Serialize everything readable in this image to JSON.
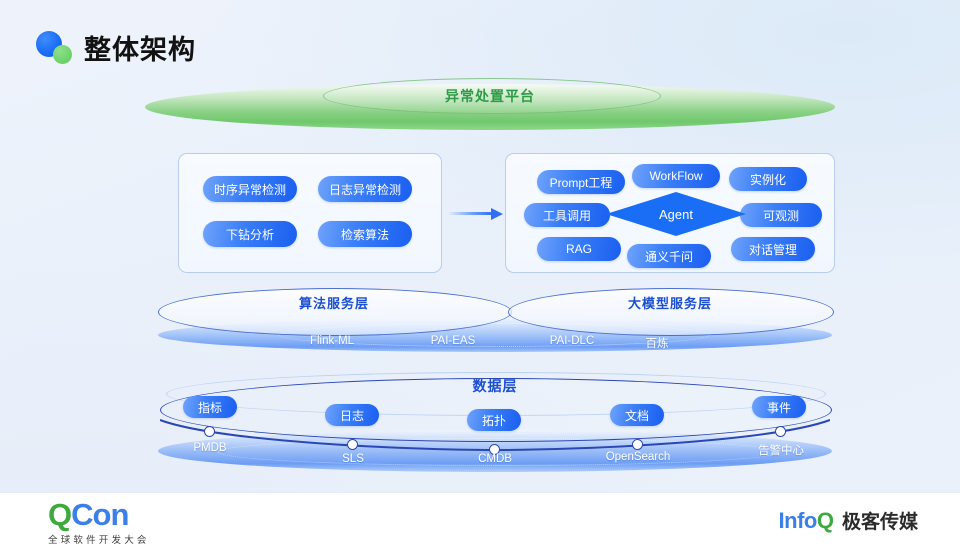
{
  "header": {
    "title": "整体架构",
    "icon_blue": "blue-circle-icon",
    "icon_green": "green-circle-icon",
    "accent_blue": "#1a6ef5",
    "accent_green": "#6fc86c"
  },
  "top_band": {
    "label": "异常处置平台",
    "color": "#2e9b46"
  },
  "algo_panel": {
    "pills": [
      {
        "label": "时序异常检测"
      },
      {
        "label": "日志异常检测"
      },
      {
        "label": "下钻分析"
      },
      {
        "label": "检索算法"
      }
    ]
  },
  "agent_panel": {
    "center": {
      "label": "Agent"
    },
    "pills": [
      {
        "label": "Prompt工程"
      },
      {
        "label": "WorkFlow"
      },
      {
        "label": "实例化"
      },
      {
        "label": "工具调用"
      },
      {
        "label": "可观测"
      },
      {
        "label": "RAG"
      },
      {
        "label": "通义千问"
      },
      {
        "label": "对话管理"
      }
    ]
  },
  "service_layer": {
    "left_title": "算法服务层",
    "right_title": "大模型服务层",
    "items": [
      {
        "label": "Flink-ML"
      },
      {
        "label": "PAI-EAS"
      },
      {
        "label": "PAI-DLC"
      },
      {
        "label": "百炼"
      }
    ]
  },
  "data_layer": {
    "title": "数据层",
    "pills": [
      {
        "label": "指标"
      },
      {
        "label": "日志"
      },
      {
        "label": "拓扑"
      },
      {
        "label": "文档"
      },
      {
        "label": "事件"
      }
    ],
    "stores": [
      {
        "label": "PMDB"
      },
      {
        "label": "SLS"
      },
      {
        "label": "CMDB"
      },
      {
        "label": "OpenSearch"
      },
      {
        "label": "告警中心"
      }
    ]
  },
  "footer": {
    "qcon_q": "Q",
    "qcon_con": "Con",
    "qcon_sub": "全球软件开发大会",
    "infoq_info": "Info",
    "infoq_q": "Q",
    "infoq_cn": "极客传媒"
  }
}
